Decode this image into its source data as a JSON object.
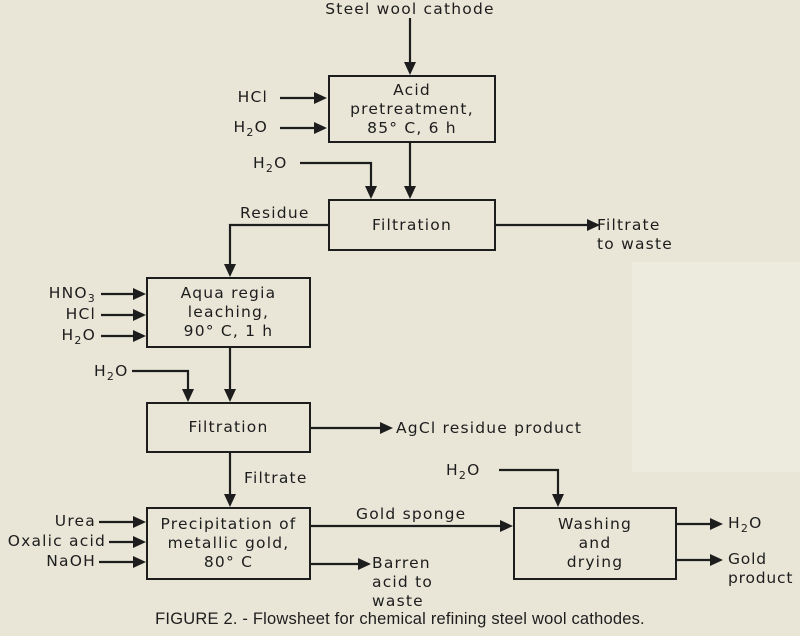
{
  "feed_top": "Steel wool cathode",
  "boxes": {
    "acid": "Acid\npretreatment,\n85° C, 6 h",
    "filtration1": "Filtration",
    "aqua": "Aqua regia\nleaching,\n90° C, 1 h",
    "filtration2": "Filtration",
    "precip": "Precipitation of\nmetallic gold,\n80° C",
    "washing": "Washing\nand\ndrying"
  },
  "inputs": {
    "hcl_1": "HCl",
    "h2o_1_main": "H",
    "h2o_1_sub": "2",
    "h2o_1_end": "O",
    "h2o_2_main": "H",
    "h2o_2_sub": "2",
    "h2o_2_end": "O",
    "hno3_main": "HNO",
    "hno3_sub": "3",
    "hcl_2": "HCl",
    "h2o_3_main": "H",
    "h2o_3_sub": "2",
    "h2o_3_end": "O",
    "h2o_4_main": "H",
    "h2o_4_sub": "2",
    "h2o_4_end": "O",
    "urea": "Urea",
    "oxalic": "Oxalic acid",
    "naoh": "NaOH",
    "h2o_5_main": "H",
    "h2o_5_sub": "2",
    "h2o_5_end": "O"
  },
  "outputs": {
    "residue": "Residue",
    "filtrate_waste": "Filtrate\nto waste",
    "agcl": "AgCl residue product",
    "filtrate": "Filtrate",
    "gold_sponge": "Gold sponge",
    "barren": "Barren\nacid to\nwaste",
    "h2o_out_main": "H",
    "h2o_out_sub": "2",
    "h2o_out_end": "O",
    "gold_product": "Gold\nproduct"
  },
  "caption": "FIGURE 2. - Flowsheet for chemical refining steel wool cathodes."
}
